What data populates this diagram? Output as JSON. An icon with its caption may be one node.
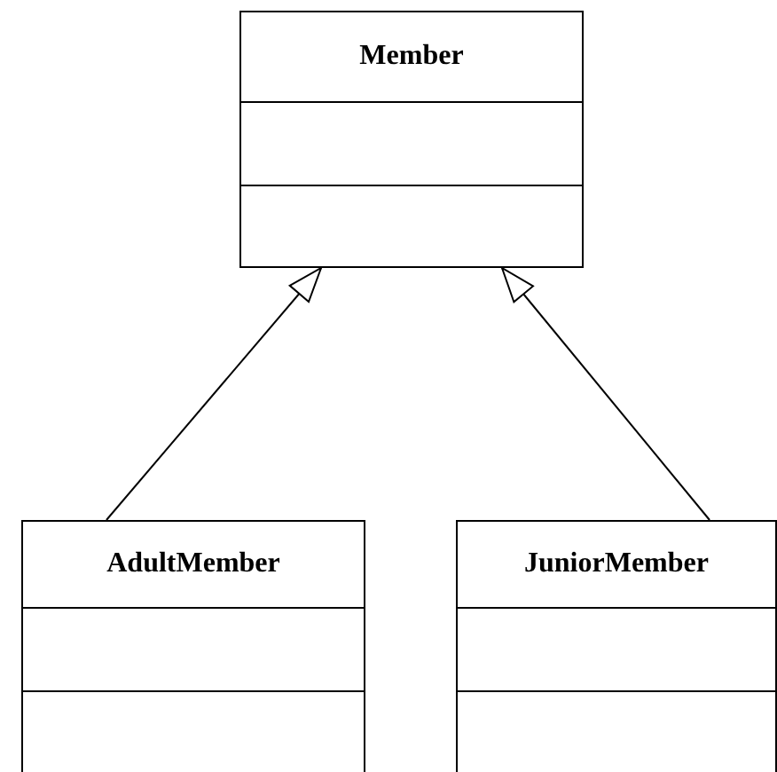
{
  "diagram": {
    "nodes": [
      {
        "text": [
          "Member"
        ]
      },
      {
        "text": [
          "AdultMember"
        ]
      },
      {
        "text": [
          "JuniorMember"
        ]
      }
    ],
    "edges": [
      {
        "from": 1,
        "to": 0,
        "arrow": "to"
      },
      {
        "from": 2,
        "to": 0,
        "arrow": "to"
      }
    ]
  }
}
